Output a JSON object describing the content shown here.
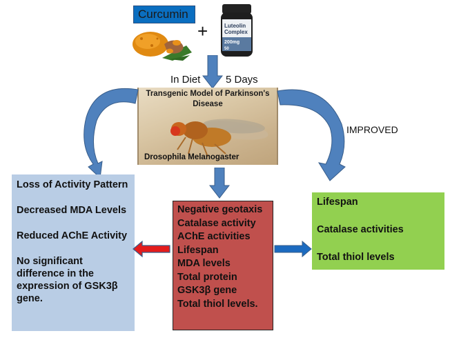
{
  "header": {
    "ingredient_1": "Curcumin",
    "plus_symbol": "+",
    "ingredient_2_icon": "luteolin-bottle-icon",
    "ingredient_2_bottle_text": [
      "Luteolin",
      "Complex",
      "200mg",
      "50"
    ],
    "method_label": "In Diet",
    "duration_label": "5 Days"
  },
  "model": {
    "title": "Transgenic Model of Parkinson's Disease",
    "caption": "Drosophila Melanogaster",
    "image_icon": "fruit-fly-icon"
  },
  "left_box": {
    "items": [
      "Loss of Activity Pattern",
      "Decreased MDA Levels",
      "Reduced AChE Activity",
      "No significant difference in the expression of GSK3β gene."
    ]
  },
  "middle_box": {
    "items": [
      "Negative geotaxis",
      "Catalase activity",
      "AChE activities",
      "Lifespan",
      "MDA levels",
      "Total protein",
      "GSK3β gene",
      "Total thiol levels."
    ]
  },
  "right_box": {
    "label": "IMPROVED",
    "items": [
      "Lifespan",
      "Catalase activities",
      "Total thiol levels"
    ]
  },
  "colors": {
    "arrow_blue": "#4f81bd",
    "arrow_red": "#e41c1c",
    "curcumin_bg": "#0a6ec0",
    "left_box": "#b9cde5",
    "middle_box": "#c0504d",
    "right_box": "#92d050"
  }
}
